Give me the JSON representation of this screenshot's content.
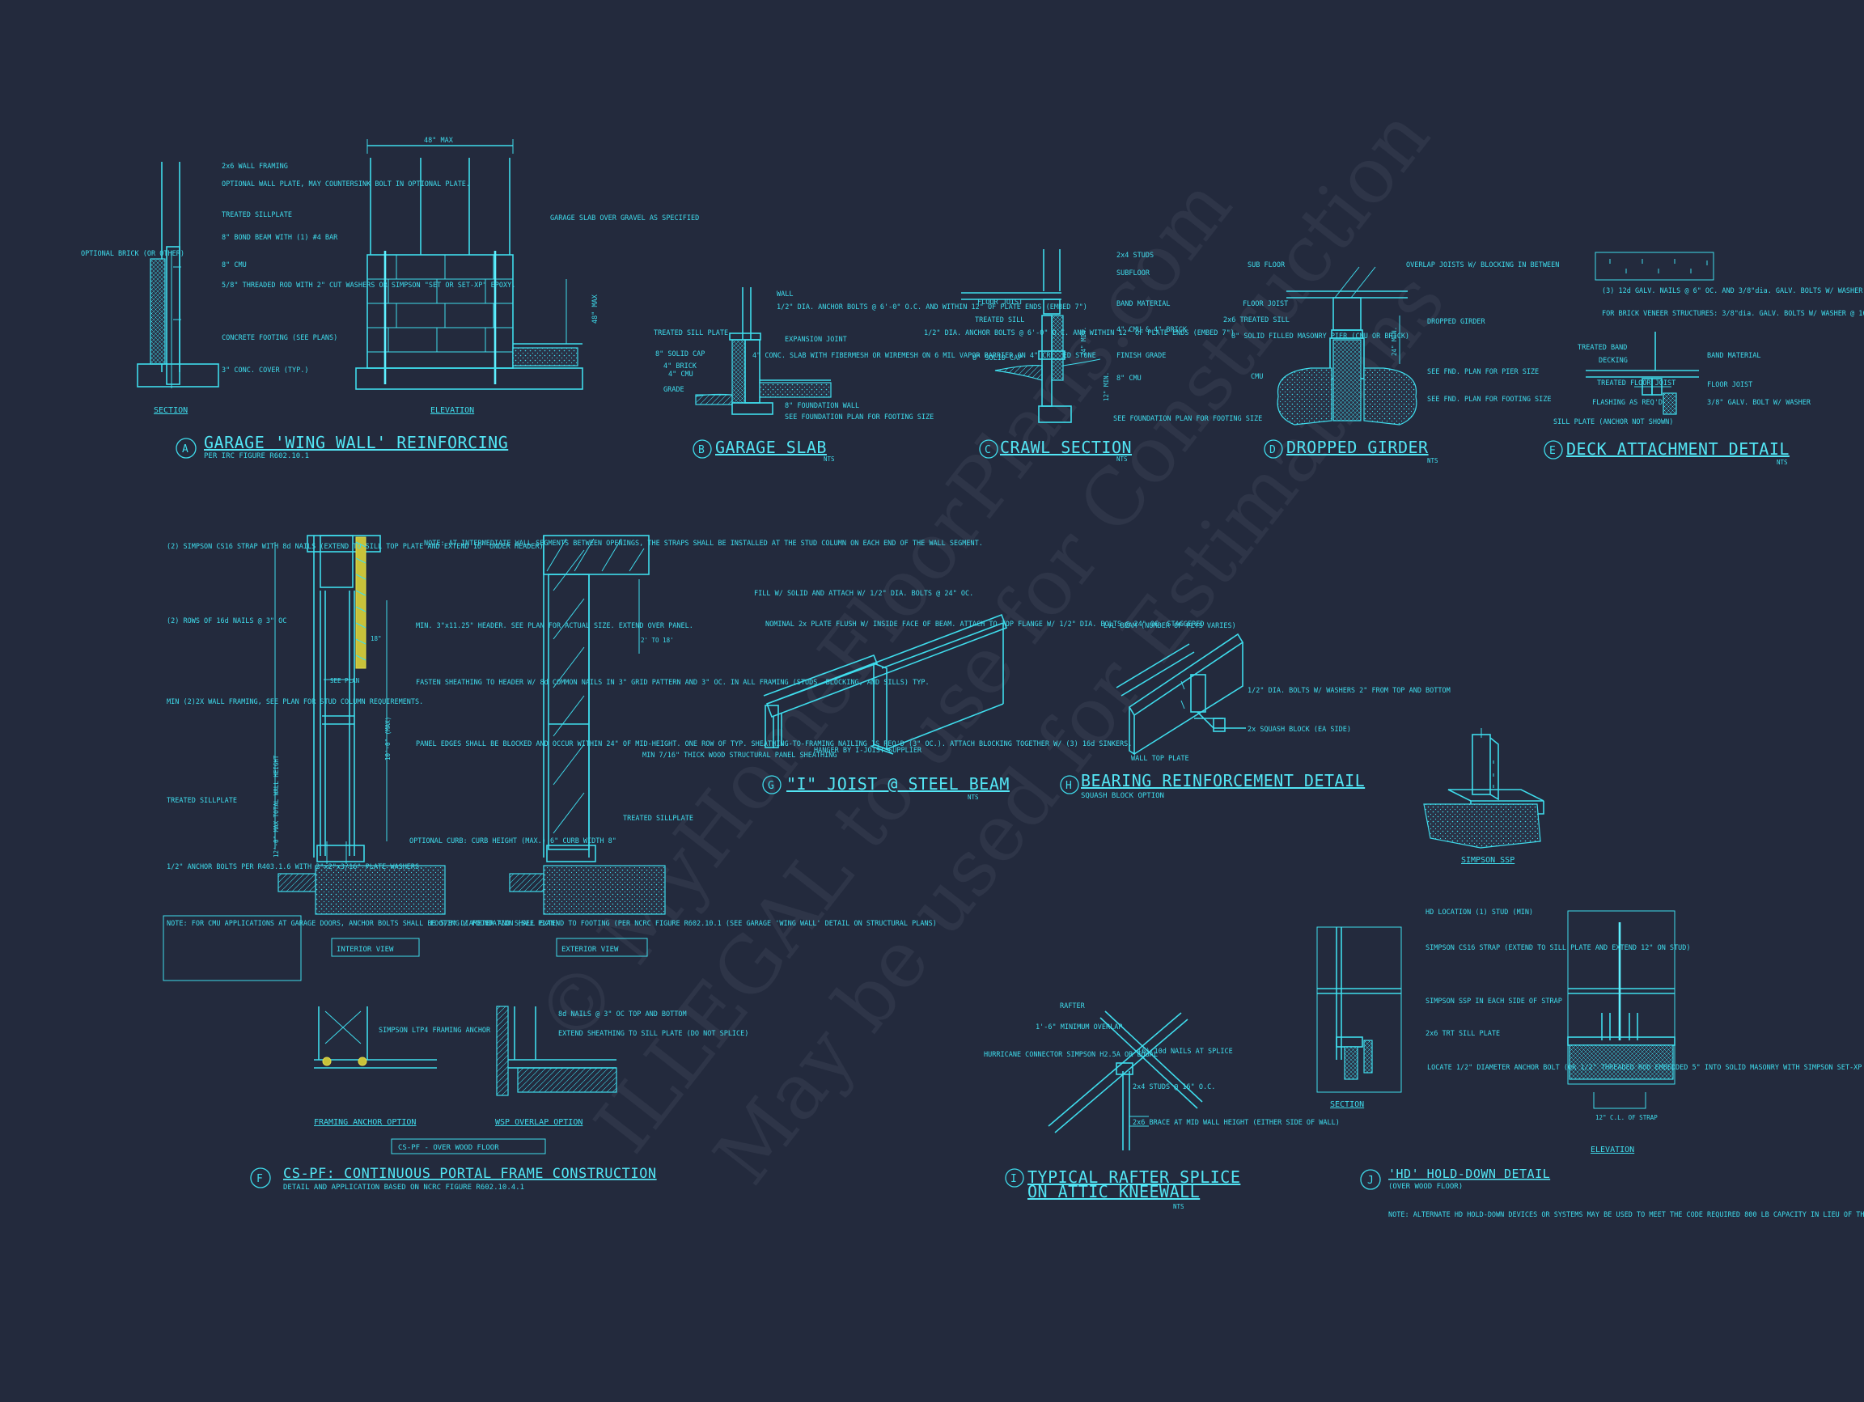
{
  "details": {
    "A": {
      "letter": "A",
      "title": "GARAGE 'WING WALL' REINFORCING",
      "subtitle": "PER IRC FIGURE R602.10.1",
      "views": [
        "SECTION",
        "ELEVATION"
      ],
      "dim_width": "48\" MAX",
      "dim_height": "48\" MAX",
      "notes": [
        "2x6 WALL FRAMING",
        "OPTIONAL WALL PLATE, MAY COUNTERSINK BOLT IN OPTIONAL PLATE.",
        "TREATED SILLPLATE",
        "8\" BOND BEAM WITH (1) #4 BAR",
        "8\" CMU",
        "5/8\" THREADED ROD WITH 2\" CUT WASHERS OR SIMPSON \"SET OR SET-XP\" EPOXY.",
        "CONCRETE FOOTING (SEE PLANS)",
        "3\" CONC. COVER (TYP.)",
        "OPTIONAL BRICK (OR OTHER)",
        "GARAGE SLAB OVER GRAVEL AS SPECIFIED"
      ]
    },
    "B": {
      "letter": "B",
      "title": "GARAGE SLAB",
      "scale": "NTS",
      "notes": [
        "WALL",
        "1/2\" DIA. ANCHOR BOLTS @ 6'-0\" O.C. AND WITHIN 12\" OF PLATE ENDS (EMBED 7\")",
        "TREATED SILL PLATE",
        "8\" SOLID CAP",
        "4\" BRICK",
        "4\" CMU",
        "EXPANSION JOINT",
        "4\" CONC. SLAB WITH FIBERMESH OR WIREMESH ON 6 MIL VAPOR BARRIER ON 4\" CRUSHED STONE",
        "GRADE",
        "8\" FOUNDATION WALL",
        "SEE FOUNDATION PLAN FOR FOOTING SIZE"
      ]
    },
    "C": {
      "letter": "C",
      "title": "CRAWL SECTION",
      "scale": "NTS",
      "notes": [
        "2x4 STUDS",
        "SUBFLOOR",
        "FLOOR JOIST",
        "BAND MATERIAL",
        "TREATED SILL",
        "1/2\" DIA. ANCHOR BOLTS @ 6'-0\" O.C. AND WITHIN 12\" OF PLATE ENDS (EMBED 7\")",
        "4\" CMU & 4\" BRICK",
        "8\" SOLID CAP",
        "FINISH GRADE",
        "8\" CMU",
        "SEE FOUNDATION PLAN FOR FOOTING SIZE",
        "24\" MIN.",
        "12\" MIN."
      ]
    },
    "D": {
      "letter": "D",
      "title": "DROPPED GIRDER",
      "scale": "NTS",
      "notes": [
        "SUB FLOOR",
        "OVERLAP JOISTS W/ BLOCKING IN BETWEEN",
        "FLOOR JOIST",
        "2x6 TREATED SILL",
        "DROPPED GIRDER",
        "8\" SOLID FILLED MASONRY PIER (CMU OR BRICK)",
        "SEE FND. PLAN FOR PIER SIZE",
        "CMU",
        "SEE FND. PLAN FOR FOOTING SIZE",
        "24\" MIN."
      ]
    },
    "E": {
      "letter": "E",
      "title": "DECK ATTACHMENT DETAIL",
      "scale": "NTS",
      "notes": [
        "(3) 12d GALV. NAILS @ 6\" OC. AND 3/8\"dia. GALV. BOLTS W/ WASHER @ 36\" OC.",
        "FOR BRICK VENEER STRUCTURES: 3/8\"dia. GALV. BOLTS W/ WASHER @ 16\" OC.",
        "TREATED BAND",
        "DECKING",
        "BAND MATERIAL",
        "TREATED FLOOR JOIST",
        "FLOOR JOIST",
        "FLASHING AS REQ'D",
        "3/8\" GALV. BOLT W/ WASHER",
        "SILL PLATE (ANCHOR NOT SHOWN)"
      ]
    },
    "F": {
      "letter": "F",
      "title": "CS-PF: CONTINUOUS PORTAL FRAME CONSTRUCTION",
      "subtitle": "DETAIL AND APPLICATION BASED ON NCRC FIGURE R602.10.4.1",
      "views": [
        "INTERIOR VIEW",
        "EXTERIOR VIEW"
      ],
      "option_views": [
        "FRAMING ANCHOR OPTION",
        "WSP OVERLAP OPTION"
      ],
      "box_label": "CS-PF - OVER WOOD FLOOR",
      "dims": [
        "12'-0\" MAX TOTAL WALL HEIGHT",
        "10'-0\" (MAX)",
        "SEE PLAN",
        "2' TO 18'",
        "18\""
      ],
      "notes_left": [
        "(2) SIMPSON CS16 STRAP WITH 8d NAILS (EXTEND TO SILL TOP PLATE AND EXTEND 16\" UNDER HEADER)",
        "(2) ROWS OF 16d NAILS @ 3\" OC",
        "MIN (2)2X WALL FRAMING, SEE PLAN FOR STUD COLUMN REQUIREMENTS.",
        "TREATED SILLPLATE",
        "1/2\" ANCHOR BOLTS PER R403.1.6 WITH 2\"x2\"x3/16\" PLATE WASHERS."
      ],
      "notes_center": [
        "NOTE: AT INTERMEDIATE WALL SEGMENTS BETWEEN OPENINGS, THE STRAPS SHALL BE INSTALLED AT THE STUD COLUMN ON EACH END OF THE WALL SEGMENT.",
        "MIN. 3\"x11.25\" HEADER. SEE PLAN FOR ACTUAL SIZE. EXTEND OVER PANEL.",
        "FASTEN SHEATHING TO HEADER W/ 8d COMMON NAILS IN 3\" GRID PATTERN AND 3\" OC. IN ALL FRAMING (STUDS, BLOCKING, AND SILLS) TYP.",
        "PANEL EDGES SHALL BE BLOCKED AND OCCUR WITHIN 24\" OF MID-HEIGHT. ONE ROW OF TYP. SHEATHING-TO-FRAMING NAILING IS REQ'D (3\" OC.). ATTACH BLOCKING TOGETHER W/ (3) 16d SINKERS.",
        "OPTIONAL CURB: CURB HEIGHT (MAX.) 6\" CURB WIDTH 8\"",
        "FOOTING / FOUNDATION (SEE PLAN)"
      ],
      "notes_right": [
        "MIN 7/16\" THICK WOOD STRUCTURAL PANEL SHEATHING",
        "TREATED SILLPLATE"
      ],
      "note_box": "NOTE: FOR CMU APPLICATIONS AT GARAGE DOORS, ANCHOR BOLTS SHALL BE 5/8\" DIAMETER AND SHALL EXTEND TO FOOTING (PER NCRC FIGURE R602.10.1 (SEE GARAGE 'WING WALL' DETAIL ON STRUCTURAL PLANS)",
      "notes_options": [
        "SIMPSON LTP4 FRAMING ANCHOR",
        "8d NAILS @ 3\" OC TOP AND BOTTOM",
        "EXTEND SHEATHING TO SILL PLATE (DO NOT SPLICE)"
      ]
    },
    "G": {
      "letter": "G",
      "title": "\"I\" JOIST @ STEEL BEAM",
      "scale": "NTS",
      "notes": [
        "FILL W/ SOLID AND ATTACH W/ 1/2\" DIA. BOLTS @ 24\" OC.",
        "NOMINAL 2x PLATE FLUSH W/ INSIDE FACE OF BEAM. ATTACH TO TOP FLANGE W/ 1/2\" DIA. BOLTS @ 24\" OC. STAGGERED",
        "HANGER BY I-JOIST SUPPLIER"
      ]
    },
    "H": {
      "letter": "H",
      "title": "BEARING REINFORCEMENT DETAIL",
      "subtitle": "SQUASH BLOCK OPTION",
      "notes": [
        "LVL BEAM (NUMBER OF PLYS VARIES)",
        "1/2\" DIA. BOLTS W/ WASHERS 2\" FROM TOP AND BOTTOM",
        "2x SQUASH BLOCK (EA SIDE)",
        "WALL TOP PLATE"
      ]
    },
    "SSP": {
      "label": "SIMPSON SSP"
    },
    "I": {
      "letter": "I",
      "title_line1": "TYPICAL RAFTER SPLICE",
      "title_line2": "ON ATTIC KNEEWALL",
      "scale": "NTS",
      "notes": [
        "RAFTER",
        "1'-6\" MINIMUM OVERLAP",
        "HURRICANE CONNECTOR SIMPSON H2.5A OR EQUAL",
        "(6) 10d NAILS AT SPLICE",
        "2x4 STUDS @ 16\" O.C.",
        "2x6 BRACE AT MID WALL HEIGHT (EITHER SIDE OF WALL)"
      ]
    },
    "J": {
      "letter": "J",
      "title": "'HD' HOLD-DOWN DETAIL",
      "subtitle": "(OVER WOOD FLOOR)",
      "views": [
        "SECTION",
        "ELEVATION"
      ],
      "dim": "12\" C.L. OF STRAP",
      "notes": [
        "HD LOCATION (1) STUD (MIN)",
        "SIMPSON CS16 STRAP (EXTEND TO SILL PLATE AND EXTEND 12\" ON STUD)",
        "SIMPSON SSP IN EACH SIDE OF STRAP",
        "2x6 TRT SILL PLATE",
        "LOCATE 1/2\" DIAMETER ANCHOR BOLT (OR 1/2\" THREADED ROD EMBEDDED 5\" INTO SOLID MASONRY WITH SIMPSON SET-XP EPOXY (OR EQUAL) WITHIN 12\" OF CENTERLINE OF CS16 STRAP."
      ],
      "footnote": "NOTE: ALTERNATE HD HOLD-DOWN DEVICES OR SYSTEMS MAY BE USED TO MEET THE CODE REQUIRED 800 LB CAPACITY IN LIEU OF THE ABOVE DETAIL."
    }
  },
  "watermark": {
    "line1": "© MyHomeFloorPlans.com",
    "line2": "ILLEGAL to use for Construction",
    "line3": "May be used for Estimations"
  },
  "colors": {
    "background": "#232a3d",
    "linework": "#3fdcec",
    "highlight": "#e2dc4a"
  }
}
